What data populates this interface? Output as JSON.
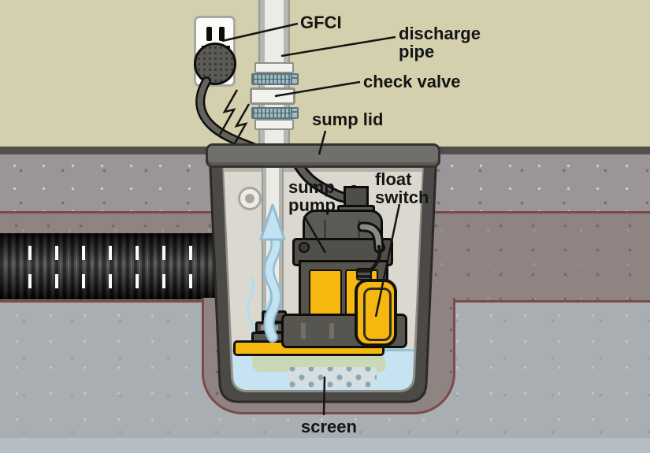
{
  "diagram": {
    "labels": {
      "gfci": "GFCI",
      "discharge_pipe": "discharge pipe",
      "check_valve": "check valve",
      "sump_lid": "sump lid",
      "sump_pump": "sump pump",
      "float_switch": "float switch",
      "screen": "screen"
    },
    "icons": {
      "gfci_outlet": "electrical outlet with test/reset buttons",
      "power_plug": "round plug inserted in lower receptacle",
      "cord_break": "double zigzag break symbol on power cord",
      "check_valve": "pipe coupling with two hose clamps",
      "water_flow_arrow": "wavy blue arrow pointing up inside discharge pipe",
      "weep_hole": "small round hole in pipe/liner",
      "drain_tile": "perforated black corrugated drain pipe in soil",
      "float_switch": "yellow tethered float on cord",
      "screen_perforations": "two rows of holes in pit bottom screen"
    },
    "colors": {
      "wall_beige": "#d4d0ad",
      "concrete_gray": "#9b9599",
      "soil_brown": "#8f8481",
      "subsoil_gray": "#a9aeb2",
      "maroon_outline": "#7b4a49",
      "pit_wall": "#4b4a46",
      "pit_interior": "#dbd9cf",
      "lid_gray": "#706f6b",
      "pump_yellow": "#f6b70e",
      "water_blue": "#c5e3f1",
      "screen_green": "#c9d9b5",
      "clamp_blue": "#a3bcc6",
      "label_color": "#141414"
    }
  }
}
